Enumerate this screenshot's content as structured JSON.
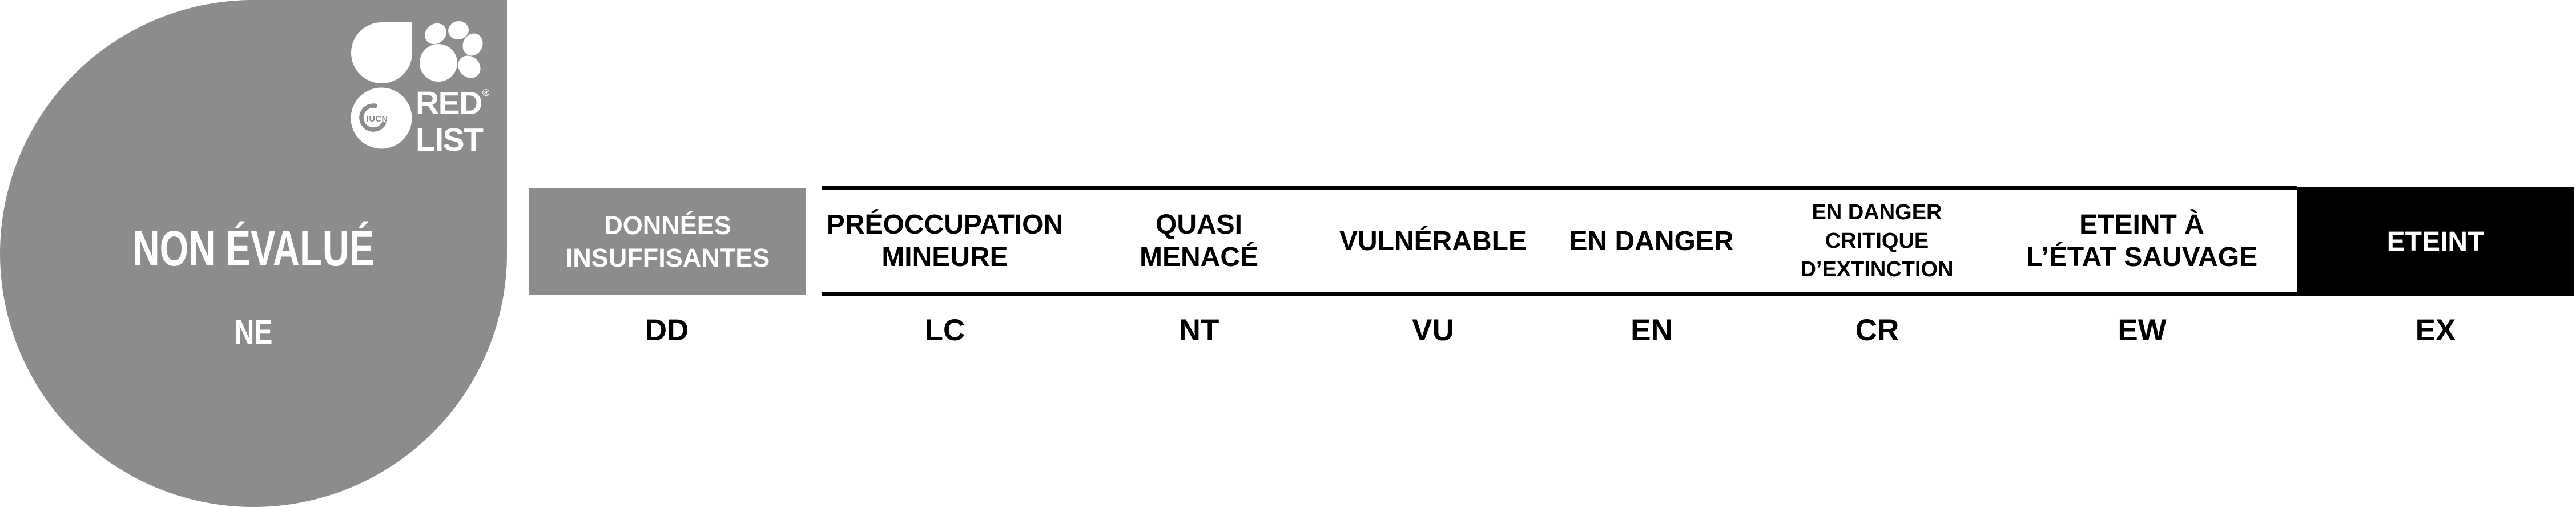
{
  "ne": {
    "title": "NON ÉVALUÉ",
    "code": "NE"
  },
  "logo": {
    "brand_line1": "RED",
    "brand_line2": "LIST",
    "reg_mark": "®",
    "iucn_label": "IUCN"
  },
  "categories": [
    {
      "label": "DONNÉES\nINSUFFISANTES",
      "code": "DD"
    },
    {
      "label": "PRÉOCCUPATION\nMINEURE",
      "code": "LC"
    },
    {
      "label": "QUASI\nMENACÉ",
      "code": "NT"
    },
    {
      "label": "VULNÉRABLE",
      "code": "VU"
    },
    {
      "label": "EN DANGER",
      "code": "EN"
    },
    {
      "label": "EN DANGER\nCRITIQUE\nD’EXTINCTION",
      "code": "CR"
    },
    {
      "label": "ETEINT À\nL’ÉTAT SAUVAGE",
      "code": "EW"
    },
    {
      "label": "ETEINT",
      "code": "EX"
    }
  ],
  "colors": {
    "gray": "#8b8c8e",
    "black": "#000000",
    "white": "#ffffff"
  }
}
